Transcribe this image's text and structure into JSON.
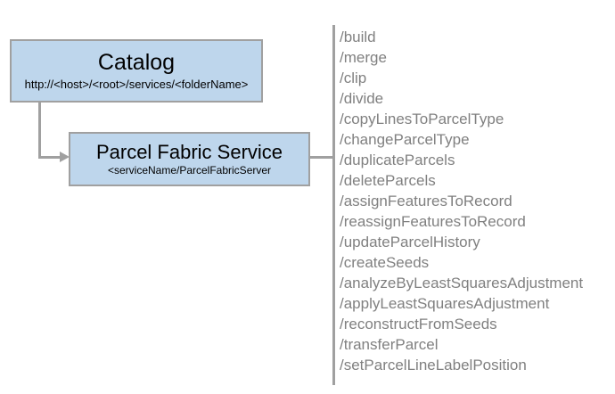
{
  "diagram": {
    "title": "Parcel Fabric Service",
    "nodes": [
      {
        "id": "catalog",
        "title": "Catalog",
        "subtitle": "http://<host>/<root>/services/<folderName>"
      },
      {
        "id": "parcel-fabric-service",
        "title": "Parcel Fabric Service",
        "subtitle": "<serviceName/ParcelFabricServer"
      }
    ],
    "operations": [
      "/build",
      "/merge",
      "/clip",
      "/divide",
      "/copyLinesToParcelType",
      "/changeParcelType",
      "/duplicateParcels",
      "/deleteParcels",
      "/assignFeaturesToRecord",
      "/reassignFeaturesToRecord",
      "/updateParcelHistory",
      "/createSeeds",
      "/analyzeByLeastSquaresAdjustment",
      "/applyLeastSquaresAdjustment",
      "/reconstructFromSeeds",
      "/transferParcel",
      "/setParcelLineLabelPosition"
    ],
    "colors": {
      "node_fill": "#bed6ec",
      "node_border": "#a0a0a0",
      "connector": "#a0a0a0",
      "operation_text": "#808080",
      "node_text": "#000000",
      "background": "#ffffff"
    }
  }
}
